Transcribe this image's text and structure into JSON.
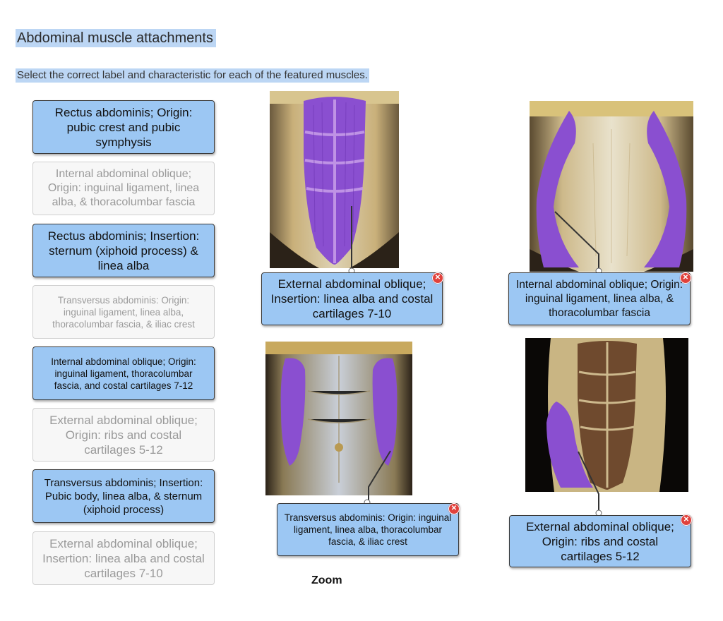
{
  "page": {
    "title": "Abdominal muscle attachments",
    "instructions": "Select the correct label and characteristic for each of the featured muscles.",
    "zoom_label": "Zoom"
  },
  "colors": {
    "label_fill": "#9cc7f3",
    "used_fill": "#f7f7f7",
    "highlight": "#bcd6f4",
    "muscle_purple": "#8a4fd0",
    "remove_red": "#e0413c"
  },
  "label_bank": [
    {
      "text": "Rectus abdominis; Origin: pubic crest and pubic symphysis",
      "state": "available"
    },
    {
      "text": "Internal abdominal oblique; Origin: inguinal ligament, linea alba, & thoracolumbar fascia",
      "state": "used"
    },
    {
      "text": "Rectus abdominis; Insertion: sternum (xiphoid process) & linea alba",
      "state": "available"
    },
    {
      "text": "Transversus abdominis: Origin: inguinal ligament, linea alba, thoracolumbar fascia, & iliac crest",
      "state": "used"
    },
    {
      "text": "Internal abdominal oblique; Origin: inguinal ligament, thoracolumbar fascia, and costal cartilages 7-12",
      "state": "available"
    },
    {
      "text": "External abdominal oblique; Origin: ribs and costal cartilages 5-12",
      "state": "used"
    },
    {
      "text": "Transversus abdominis; Insertion: Pubic body, linea alba, & sternum (xiphoid process)",
      "state": "available"
    },
    {
      "text": "External abdominal oblique; Insertion: linea alba and costal cartilages 7-10",
      "state": "used"
    }
  ],
  "images": [
    {
      "highlight": "rectus abdominis",
      "dropped_label": "External abdominal oblique; Insertion: linea alba and costal cartilages 7-10"
    },
    {
      "highlight": "external oblique",
      "dropped_label": "Internal abdominal oblique; Origin: inguinal ligament, linea alba, & thoracolumbar fascia"
    },
    {
      "highlight": "transversus abdominis",
      "dropped_label": "Transversus abdominis: Origin: inguinal ligament, linea alba, thoracolumbar fascia, & iliac crest"
    },
    {
      "highlight": "internal oblique",
      "dropped_label": "External abdominal oblique; Origin: ribs and costal cartilages 5-12"
    }
  ],
  "remove_icon": "close-circle-icon"
}
